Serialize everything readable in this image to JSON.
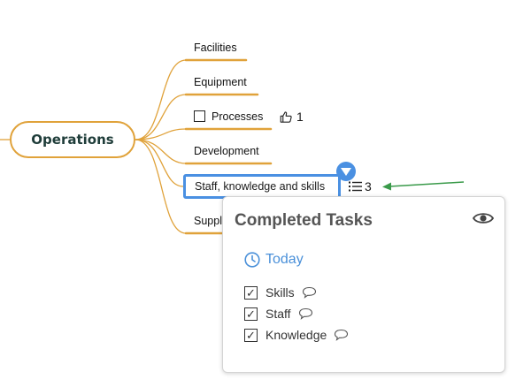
{
  "root": {
    "label": "Operations"
  },
  "branches": [
    {
      "label": "Facilities"
    },
    {
      "label": "Equipment"
    },
    {
      "label": "Processes",
      "likes": "1"
    },
    {
      "label": "Development"
    },
    {
      "label": "Staff, knowledge and skills",
      "task_count": "3"
    },
    {
      "label": "Suppl"
    }
  ],
  "popup": {
    "title": "Completed Tasks",
    "section": "Today",
    "tasks": [
      {
        "label": "Skills",
        "checked": true
      },
      {
        "label": "Staff",
        "checked": true
      },
      {
        "label": "Knowledge",
        "checked": true
      }
    ]
  },
  "colors": {
    "branch": "#e0a23a",
    "selection": "#4a90e2",
    "arrow": "#3a9a4a",
    "today": "#4a90d9"
  },
  "icons": [
    "checkbox-icon",
    "thumbs-up-icon",
    "task-list-icon",
    "chevron-down-icon",
    "eye-icon",
    "clock-icon",
    "comment-icon",
    "arrow-icon"
  ]
}
